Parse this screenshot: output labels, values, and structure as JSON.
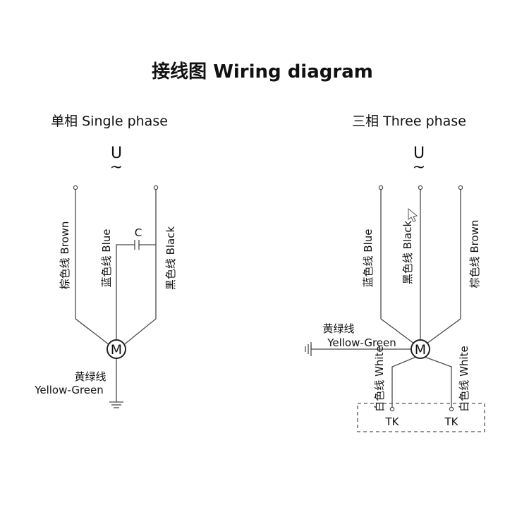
{
  "title": "接线图 Wiring diagram",
  "single": {
    "heading": "单相 Single phase",
    "supply_symbol": "U",
    "supply_tilde": "~",
    "wire_brown": "棕色线 Brown",
    "wire_blue": "蓝色线 Blue",
    "wire_black": "黑色线 Black",
    "capacitor": "C",
    "motor": "M",
    "ground_cn": "黄绿线",
    "ground_en": "Yellow-Green"
  },
  "three": {
    "heading": "三相 Three phase",
    "supply_symbol": "U",
    "supply_tilde": "~",
    "wire_blue": "蓝色线 Blue",
    "wire_black": "黑色线 Black",
    "wire_brown": "棕色线 Brown",
    "ground_cn": "黄绿线",
    "ground_en": "Yellow-Green",
    "motor": "M",
    "white_left": "白色线 White",
    "white_right": "白色线 White",
    "tk_left": "TK",
    "tk_right": "TK"
  }
}
